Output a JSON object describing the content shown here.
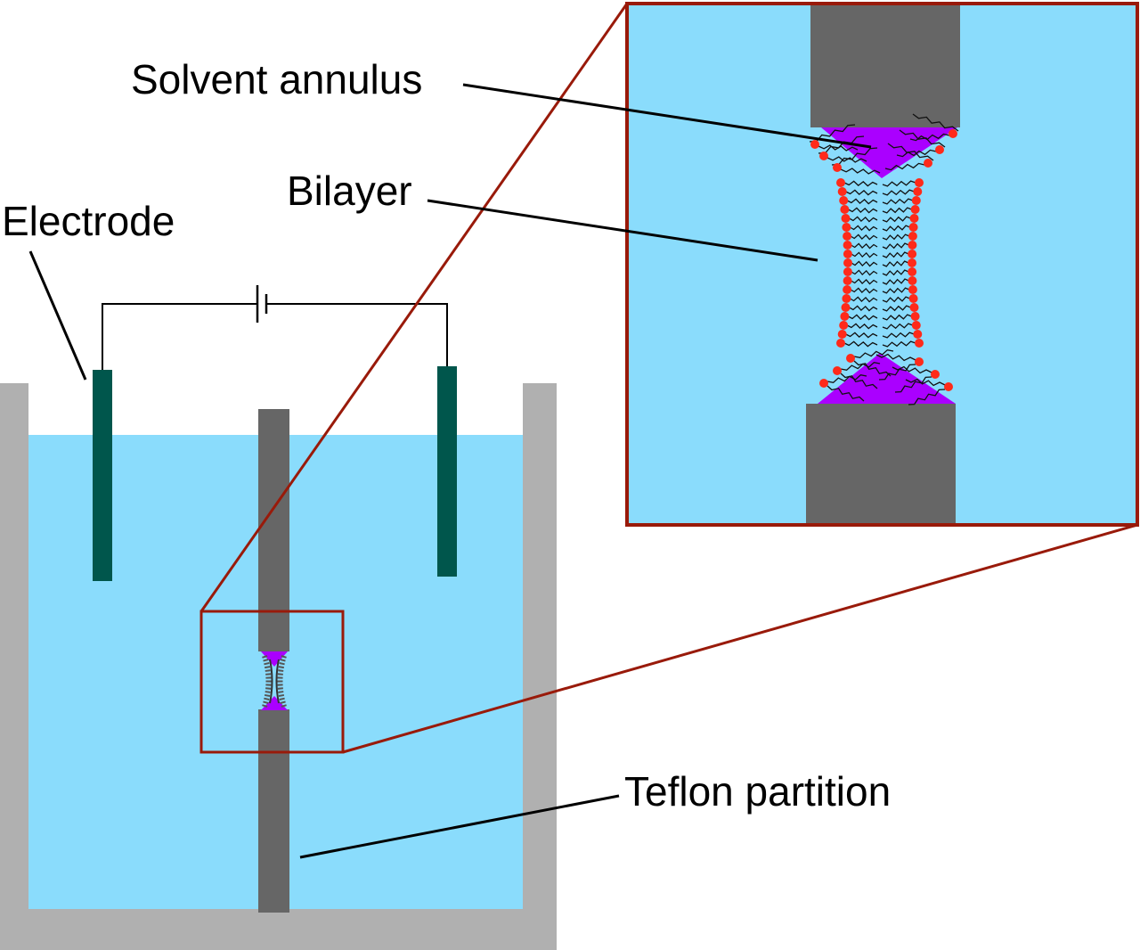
{
  "labels": {
    "solvent_annulus": "Solvent annulus",
    "bilayer": "Bilayer",
    "electrode": "Electrode",
    "teflon_partition": "Teflon partition"
  },
  "colors": {
    "water": "#8adcfc",
    "container": "#b0b0b0",
    "partition": "#666666",
    "electrode": "#00564c",
    "solvent": "#aa00ff",
    "lipid_head": "#ff2a1a",
    "frame": "#991a0a",
    "wire": "#000000"
  }
}
